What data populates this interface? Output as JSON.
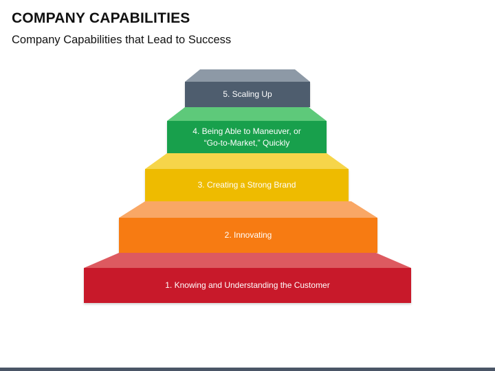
{
  "header": {
    "title": "COMPANY CAPABILITIES",
    "subtitle": "Company Capabilities that Lead to Success"
  },
  "steps": [
    {
      "label": "5. Scaling Up",
      "color": "#4e5d6e",
      "top_color": "#8d99a6"
    },
    {
      "label": "4. Being Able to Maneuver, or\n“Go-to-Market,” Quickly",
      "color": "#18a04c",
      "top_color": "#5ec97a"
    },
    {
      "label": "3. Creating a Strong Brand",
      "color": "#eebb00",
      "top_color": "#f6d54a"
    },
    {
      "label": "2. Innovating",
      "color": "#f77b12",
      "top_color": "#f9a765"
    },
    {
      "label": "1. Knowing and Understanding the Customer",
      "color": "#c8192a",
      "top_color": "#dd5a60"
    }
  ]
}
